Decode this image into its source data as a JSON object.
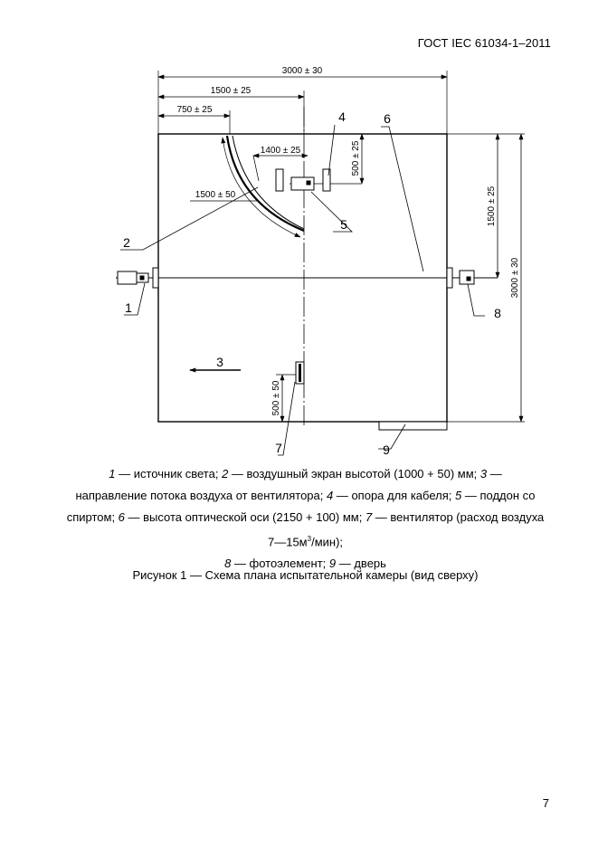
{
  "header": {
    "standard": "ГОСТ IEC 61034-1–2011"
  },
  "figure": {
    "dimensions": {
      "total_width": "3000 ± 30",
      "half_width": "1500 ± 25",
      "quarter_width": "750 ± 25",
      "screen_offset": "1400 ± 25",
      "arc_radius": "1500 ± 50",
      "cable_support_offset": "500 ± 25",
      "half_depth": "1500 ± 25",
      "total_depth": "3000 ± 30",
      "fan_offset": "500 ± 50"
    },
    "labels": [
      "1",
      "2",
      "3",
      "4",
      "5",
      "6",
      "7",
      "8",
      "9"
    ]
  },
  "legend": {
    "lines": [
      [
        {
          "n": "1"
        },
        {
          "t": " — источник света; "
        },
        {
          "n": "2"
        },
        {
          "t": " — воздушный экран высотой (1000 + 50) мм; "
        },
        {
          "n": "3"
        },
        {
          "t": " —"
        }
      ],
      [
        {
          "t": "направление потока воздуха от вентилятора; "
        },
        {
          "n": "4"
        },
        {
          "t": " — опора для кабеля; "
        },
        {
          "n": "5"
        },
        {
          "t": " — поддон со"
        }
      ],
      [
        {
          "t": "спиртом; "
        },
        {
          "n": "6"
        },
        {
          "t": " — высота оптической оси (2150 + 100) мм; "
        },
        {
          "n": "7"
        },
        {
          "t": " — вентилятор (расход воздуха"
        }
      ],
      [
        {
          "t": "7—15м"
        },
        {
          "s": "3"
        },
        {
          "t": "/мин);"
        }
      ],
      [
        {
          "n": "8"
        },
        {
          "t": " — фотоэлемент; "
        },
        {
          "n": "9"
        },
        {
          "t": " — дверь"
        }
      ]
    ]
  },
  "caption": "Рисунок 1 — Схема плана испытательной камеры (вид сверху)",
  "page_number": "7"
}
